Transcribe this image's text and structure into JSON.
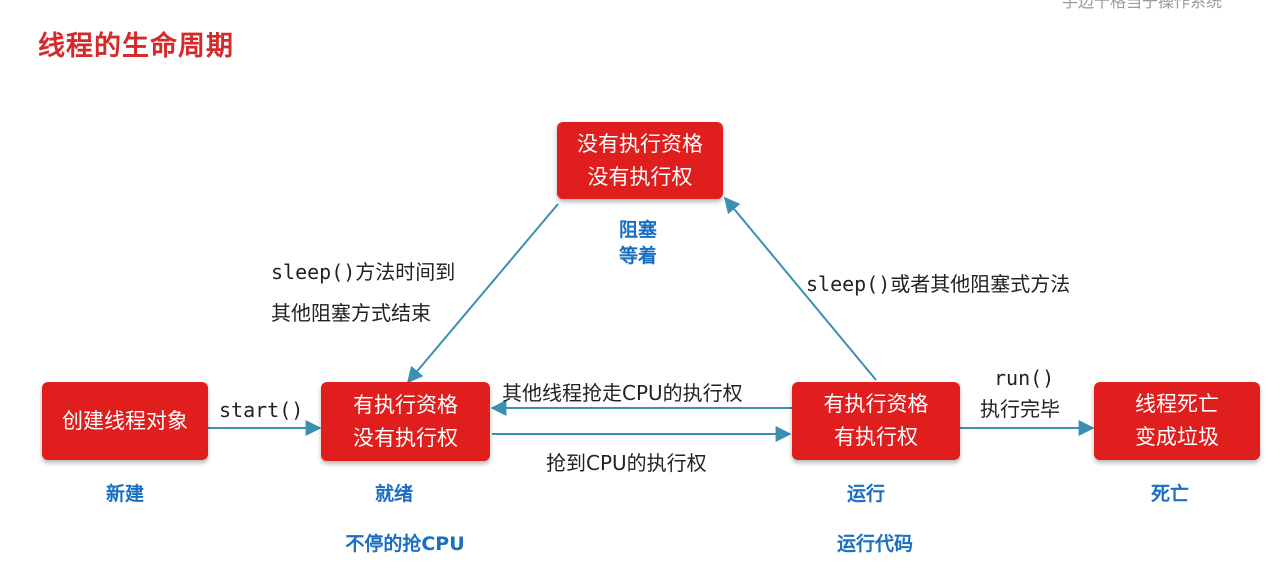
{
  "title": "线程的生命周期",
  "watermark": "手边十格当于操作系统",
  "colors": {
    "box_fill": "#e01e1e",
    "label_blue": "#1b6fc2",
    "arrow": "#3b8fb0",
    "title_red": "#d62a2a"
  },
  "states": {
    "new": {
      "lines": [
        "创建线程对象"
      ],
      "label": "新建"
    },
    "ready": {
      "lines": [
        "有执行资格",
        "没有执行权"
      ],
      "label": "就绪",
      "sublabel": "不停的抢CPU"
    },
    "running": {
      "lines": [
        "有执行资格",
        "有执行权"
      ],
      "label": "运行",
      "sublabel": "运行代码"
    },
    "dead": {
      "lines": [
        "线程死亡",
        "变成垃圾"
      ],
      "label": "死亡"
    },
    "blocked": {
      "lines": [
        "没有执行资格",
        "没有执行权"
      ],
      "label": "阻塞",
      "label2": "等着"
    }
  },
  "transitions": {
    "new_to_ready": "start()",
    "running_to_ready": "其他线程抢走CPU的执行权",
    "ready_to_running": "抢到CPU的执行权",
    "running_to_dead_1": "run()",
    "running_to_dead_2": "执行完毕",
    "running_to_blocked": "sleep()或者其他阻塞式方法",
    "blocked_to_ready_1": "sleep()方法时间到",
    "blocked_to_ready_2": "其他阻塞方式结束"
  }
}
